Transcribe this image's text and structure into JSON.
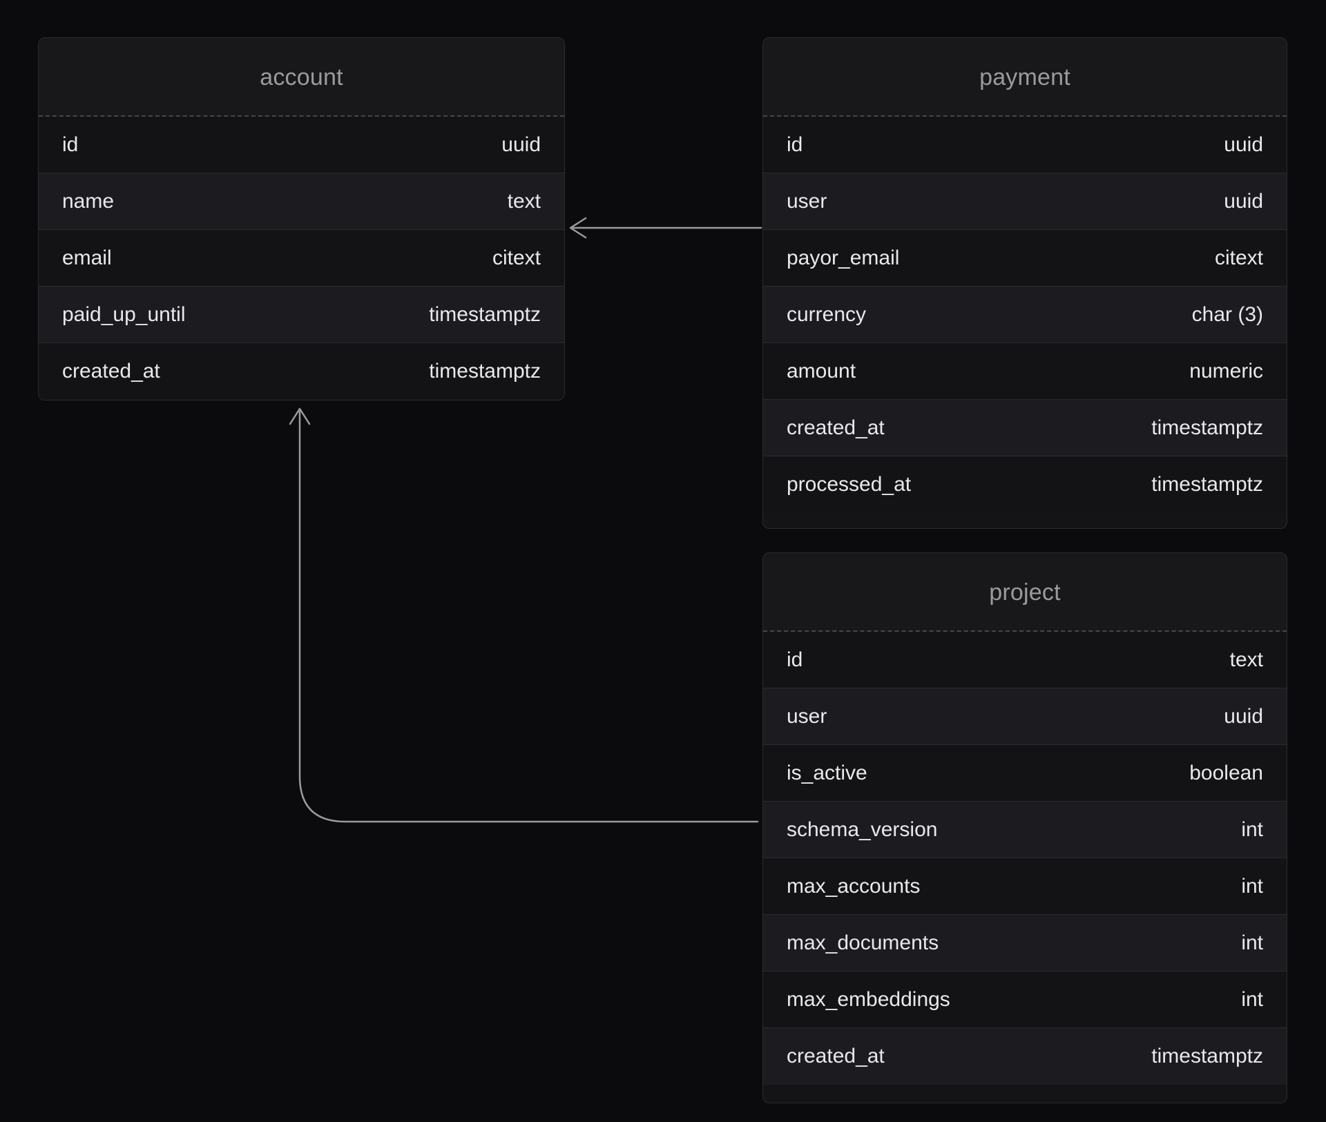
{
  "diagram": {
    "background_color": "#0b0b0d",
    "card_background": "#141417",
    "row_color_a": "#131316",
    "row_color_b": "#1c1c20",
    "border_color": "#2b2b30",
    "title_color": "#9b9b9f",
    "text_color": "#e9e9ec",
    "edge_color": "#9a9aa0"
  },
  "entities": [
    {
      "id": "account",
      "title": "account",
      "fields": [
        {
          "name": "id",
          "type": "uuid"
        },
        {
          "name": "name",
          "type": "text"
        },
        {
          "name": "email",
          "type": "citext"
        },
        {
          "name": "paid_up_until",
          "type": "timestamptz"
        },
        {
          "name": "created_at",
          "type": "timestamptz"
        }
      ]
    },
    {
      "id": "payment",
      "title": "payment",
      "fields": [
        {
          "name": "id",
          "type": "uuid"
        },
        {
          "name": "user",
          "type": "uuid"
        },
        {
          "name": "payor_email",
          "type": "citext"
        },
        {
          "name": "currency",
          "type": "char (3)"
        },
        {
          "name": "amount",
          "type": "numeric"
        },
        {
          "name": "created_at",
          "type": "timestamptz"
        },
        {
          "name": "processed_at",
          "type": "timestamptz"
        }
      ]
    },
    {
      "id": "project",
      "title": "project",
      "fields": [
        {
          "name": "id",
          "type": "text"
        },
        {
          "name": "user",
          "type": "uuid"
        },
        {
          "name": "is_active",
          "type": "boolean"
        },
        {
          "name": "schema_version",
          "type": "int"
        },
        {
          "name": "max_accounts",
          "type": "int"
        },
        {
          "name": "max_documents",
          "type": "int"
        },
        {
          "name": "max_embeddings",
          "type": "int"
        },
        {
          "name": "created_at",
          "type": "timestamptz"
        }
      ]
    }
  ],
  "relationships": [
    {
      "id": "payment-user-to-account",
      "from": "payment",
      "to": "account",
      "shape": "straight-horizontal",
      "arrow": "arrow-left-icon"
    },
    {
      "id": "project-user-to-account",
      "from": "project",
      "to": "account",
      "shape": "elbow-rounded",
      "arrow": "arrow-up-icon"
    }
  ]
}
